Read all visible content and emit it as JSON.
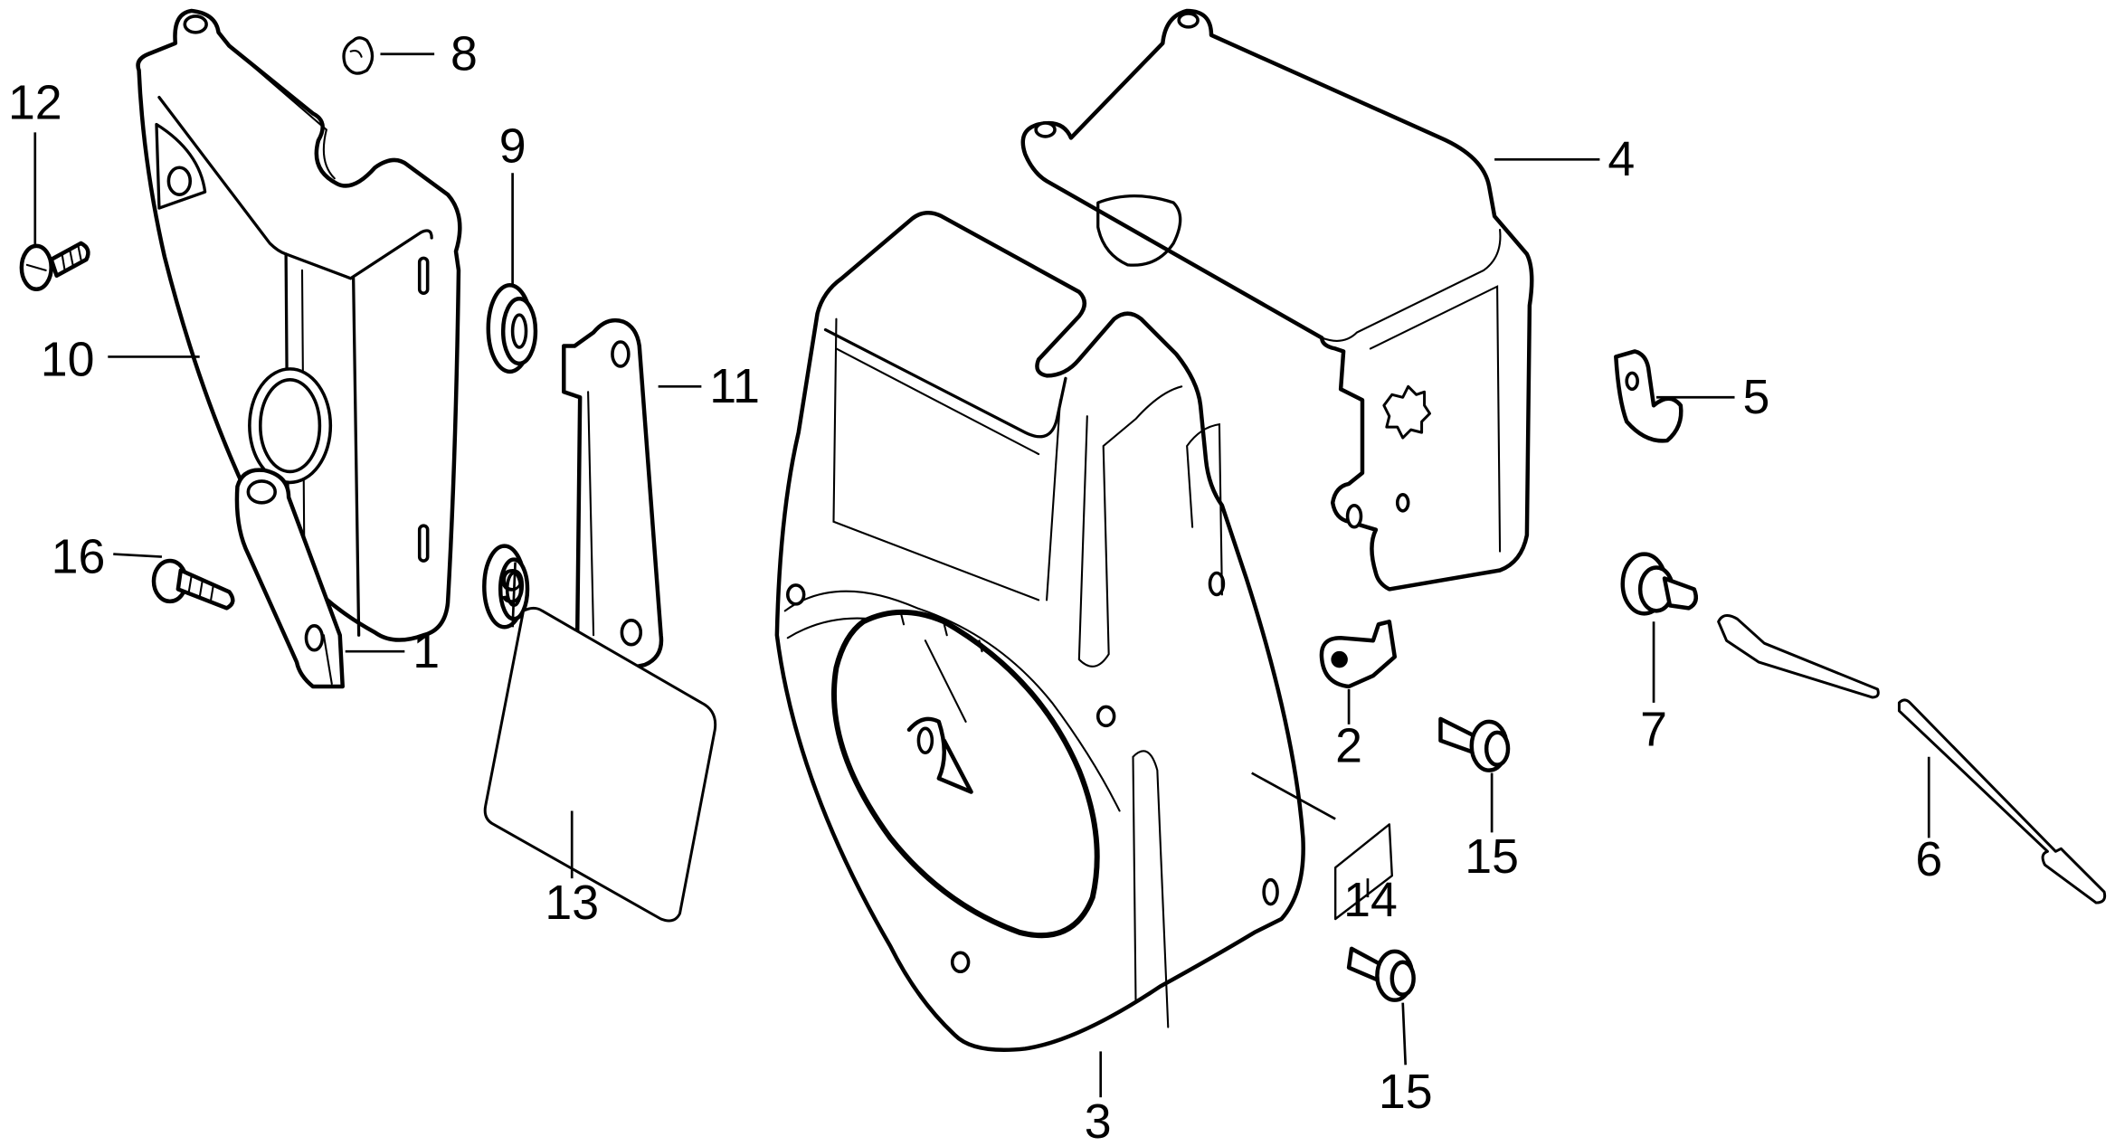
{
  "diagram": {
    "type": "exploded parts diagram",
    "callouts": [
      {
        "id": "c1",
        "label": "1"
      },
      {
        "id": "c2",
        "label": "2"
      },
      {
        "id": "c3",
        "label": "3"
      },
      {
        "id": "c4",
        "label": "4"
      },
      {
        "id": "c5",
        "label": "5"
      },
      {
        "id": "c6",
        "label": "6"
      },
      {
        "id": "c7",
        "label": "7"
      },
      {
        "id": "c8",
        "label": "8"
      },
      {
        "id": "c9a",
        "label": "9"
      },
      {
        "id": "c9b",
        "label": "9"
      },
      {
        "id": "c10",
        "label": "10"
      },
      {
        "id": "c11",
        "label": "11"
      },
      {
        "id": "c12",
        "label": "12"
      },
      {
        "id": "c13",
        "label": "13"
      },
      {
        "id": "c14",
        "label": "14"
      },
      {
        "id": "c15a",
        "label": "15"
      },
      {
        "id": "c15b",
        "label": "15"
      },
      {
        "id": "c16",
        "label": "16"
      }
    ]
  }
}
